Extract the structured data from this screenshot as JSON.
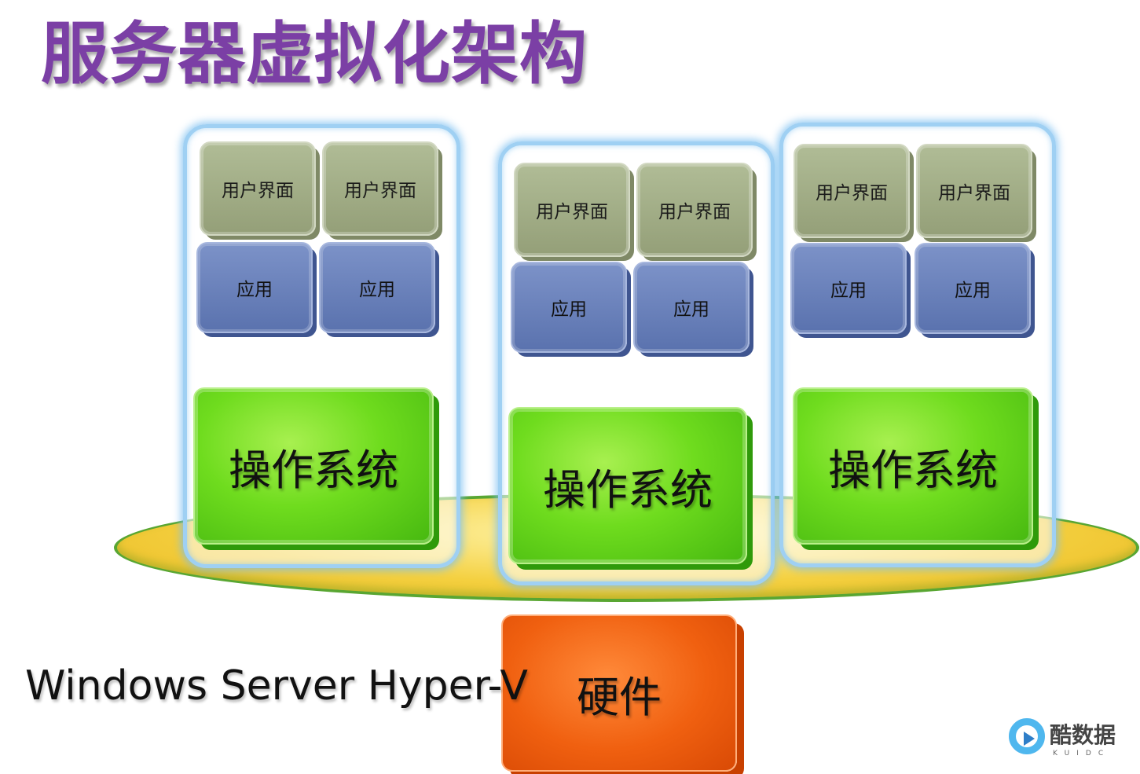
{
  "title": "服务器虚拟化架构",
  "vms": [
    {
      "ui_labels": [
        "用户界面",
        "用户界面"
      ],
      "app_labels": [
        "应用",
        "应用"
      ],
      "os_label": "操作系统"
    },
    {
      "ui_labels": [
        "用户界面",
        "用户界面"
      ],
      "app_labels": [
        "应用",
        "应用"
      ],
      "os_label": "操作系统"
    },
    {
      "ui_labels": [
        "用户界面",
        "用户界面"
      ],
      "app_labels": [
        "应用",
        "应用"
      ],
      "os_label": "操作系统"
    }
  ],
  "hardware_label": "硬件",
  "hypervisor_label": "Windows Server Hyper-V",
  "watermark": {
    "text": "酷数据",
    "subtext": "KUIDC"
  },
  "colors": {
    "title": "#7b3fa5",
    "ui_block": "#a4af89",
    "app_block": "#6b82bf",
    "os_block": "#6fdc1e",
    "hardware_block": "#f06010",
    "platform_fill": "#f4d040",
    "platform_border": "#59a632",
    "vm_border": "#9fd0f3"
  }
}
